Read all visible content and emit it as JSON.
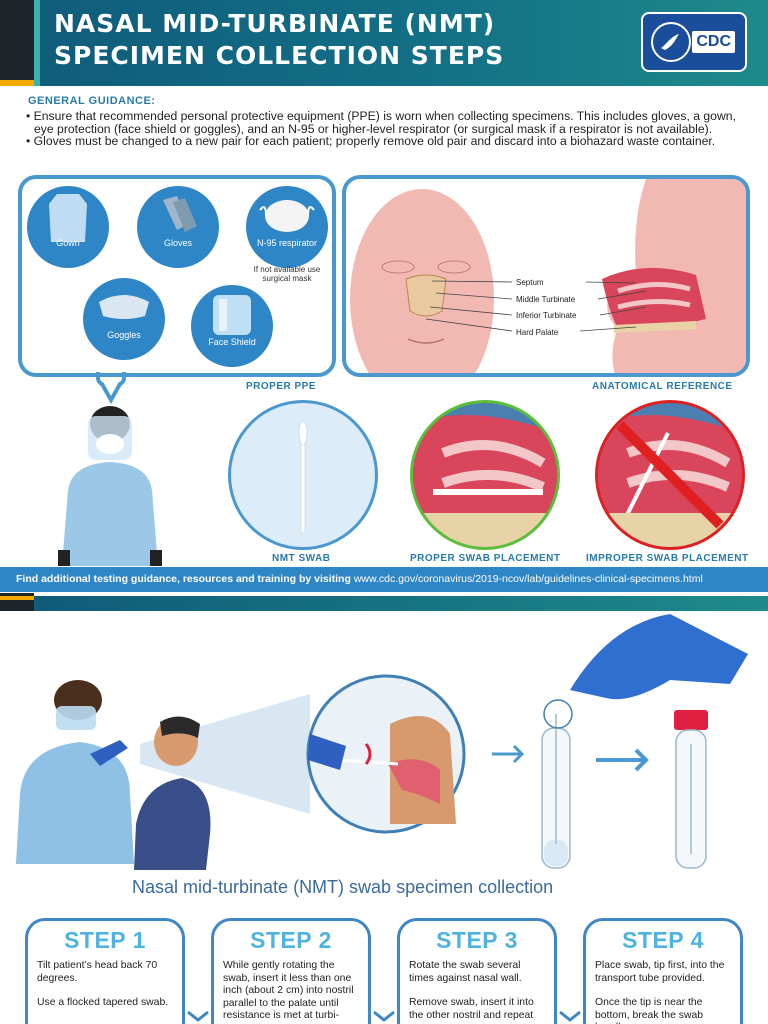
{
  "header": {
    "title_line1": "NASAL MID-TURBINATE (NMT)",
    "title_line2": "SPECIMEN COLLECTION STEPS",
    "logo_text": "CDC"
  },
  "guidance": {
    "title": "GENERAL GUIDANCE:",
    "items": [
      "• Ensure that recommended personal protective equipment (PPE) is worn when collecting specimens. This includes gloves, a gown, eye protection (face shield or goggles), and an N-95 or higher-level respirator (or surgical mask if a respirator is not available).",
      "• Gloves must be changed to a new pair for each patient; properly remove old pair and discard into a biohazard waste container."
    ]
  },
  "ppe": {
    "items": [
      "Gown",
      "Gloves",
      "N-95 respirator",
      "Goggles",
      "Face Shield"
    ],
    "note": "If not available use surgical mask",
    "label": "PROPER PPE"
  },
  "anatomy": {
    "labels": [
      "Septum",
      "Middle Turbinate",
      "Inferior Turbinate",
      "Hard Palate"
    ],
    "label": "ANATOMICAL REFERENCE"
  },
  "swab_row": {
    "labels": [
      "NMT SWAB",
      "PROPER SWAB PLACEMENT",
      "IMPROPER SWAB PLACEMENT"
    ]
  },
  "resource_bar": {
    "lead": "Find additional testing guidance, resources and training by visiting",
    "url": "www.cdc.gov/coronavirus/2019-ncov/lab/guidelines-clinical-specimens.html"
  },
  "collection": {
    "caption": "Nasal mid-turbinate (NMT) swab specimen collection"
  },
  "steps": [
    {
      "title": "STEP 1",
      "paras": [
        "Tilt patient’s head back 70 degrees.",
        "Use a flocked tapered swab."
      ]
    },
    {
      "title": "STEP 2",
      "paras": [
        "While gently rotating the swab, insert it less than one inch (about 2 cm) into nostril parallel to the palate until resistance is met at turbi-"
      ]
    },
    {
      "title": "STEP 3",
      "paras": [
        "Rotate the swab several times against nasal wall.",
        "Remove swab, insert it into the other nostril and repeat"
      ]
    },
    {
      "title": "STEP 4",
      "paras": [
        "Place swab, tip first, into the transport tube provided.",
        "Once the tip is near the bottom, break the swab handle"
      ]
    }
  ],
  "colors": {
    "header_blue": "#0f5b7a",
    "accent_blue": "#2f86c6",
    "step_title": "#4fb3e0",
    "gold": "#f2a900",
    "improper_red": "#e02020"
  }
}
